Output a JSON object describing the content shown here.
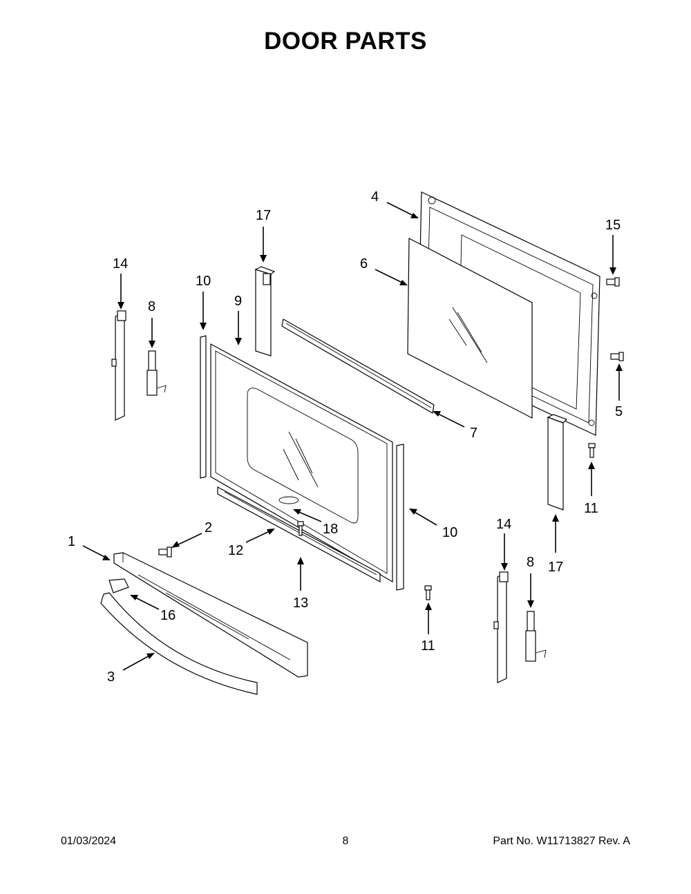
{
  "title": "DOOR PARTS",
  "callouts": [
    {
      "id": "c1",
      "label": "1"
    },
    {
      "id": "c2",
      "label": "2"
    },
    {
      "id": "c3",
      "label": "3"
    },
    {
      "id": "c4",
      "label": "4"
    },
    {
      "id": "c5",
      "label": "5"
    },
    {
      "id": "c6",
      "label": "6"
    },
    {
      "id": "c7",
      "label": "7"
    },
    {
      "id": "c8a",
      "label": "8"
    },
    {
      "id": "c8b",
      "label": "8"
    },
    {
      "id": "c9",
      "label": "9"
    },
    {
      "id": "c10a",
      "label": "10"
    },
    {
      "id": "c10b",
      "label": "10"
    },
    {
      "id": "c11a",
      "label": "11"
    },
    {
      "id": "c11b",
      "label": "11"
    },
    {
      "id": "c12",
      "label": "12"
    },
    {
      "id": "c13",
      "label": "13"
    },
    {
      "id": "c14a",
      "label": "14"
    },
    {
      "id": "c14b",
      "label": "14"
    },
    {
      "id": "c15",
      "label": "15"
    },
    {
      "id": "c16",
      "label": "16"
    },
    {
      "id": "c17a",
      "label": "17"
    },
    {
      "id": "c17b",
      "label": "17"
    },
    {
      "id": "c18",
      "label": "18"
    }
  ],
  "footer": {
    "date": "01/03/2024",
    "page": "8",
    "part_no": "Part No.  W11713827  Rev.  A"
  }
}
